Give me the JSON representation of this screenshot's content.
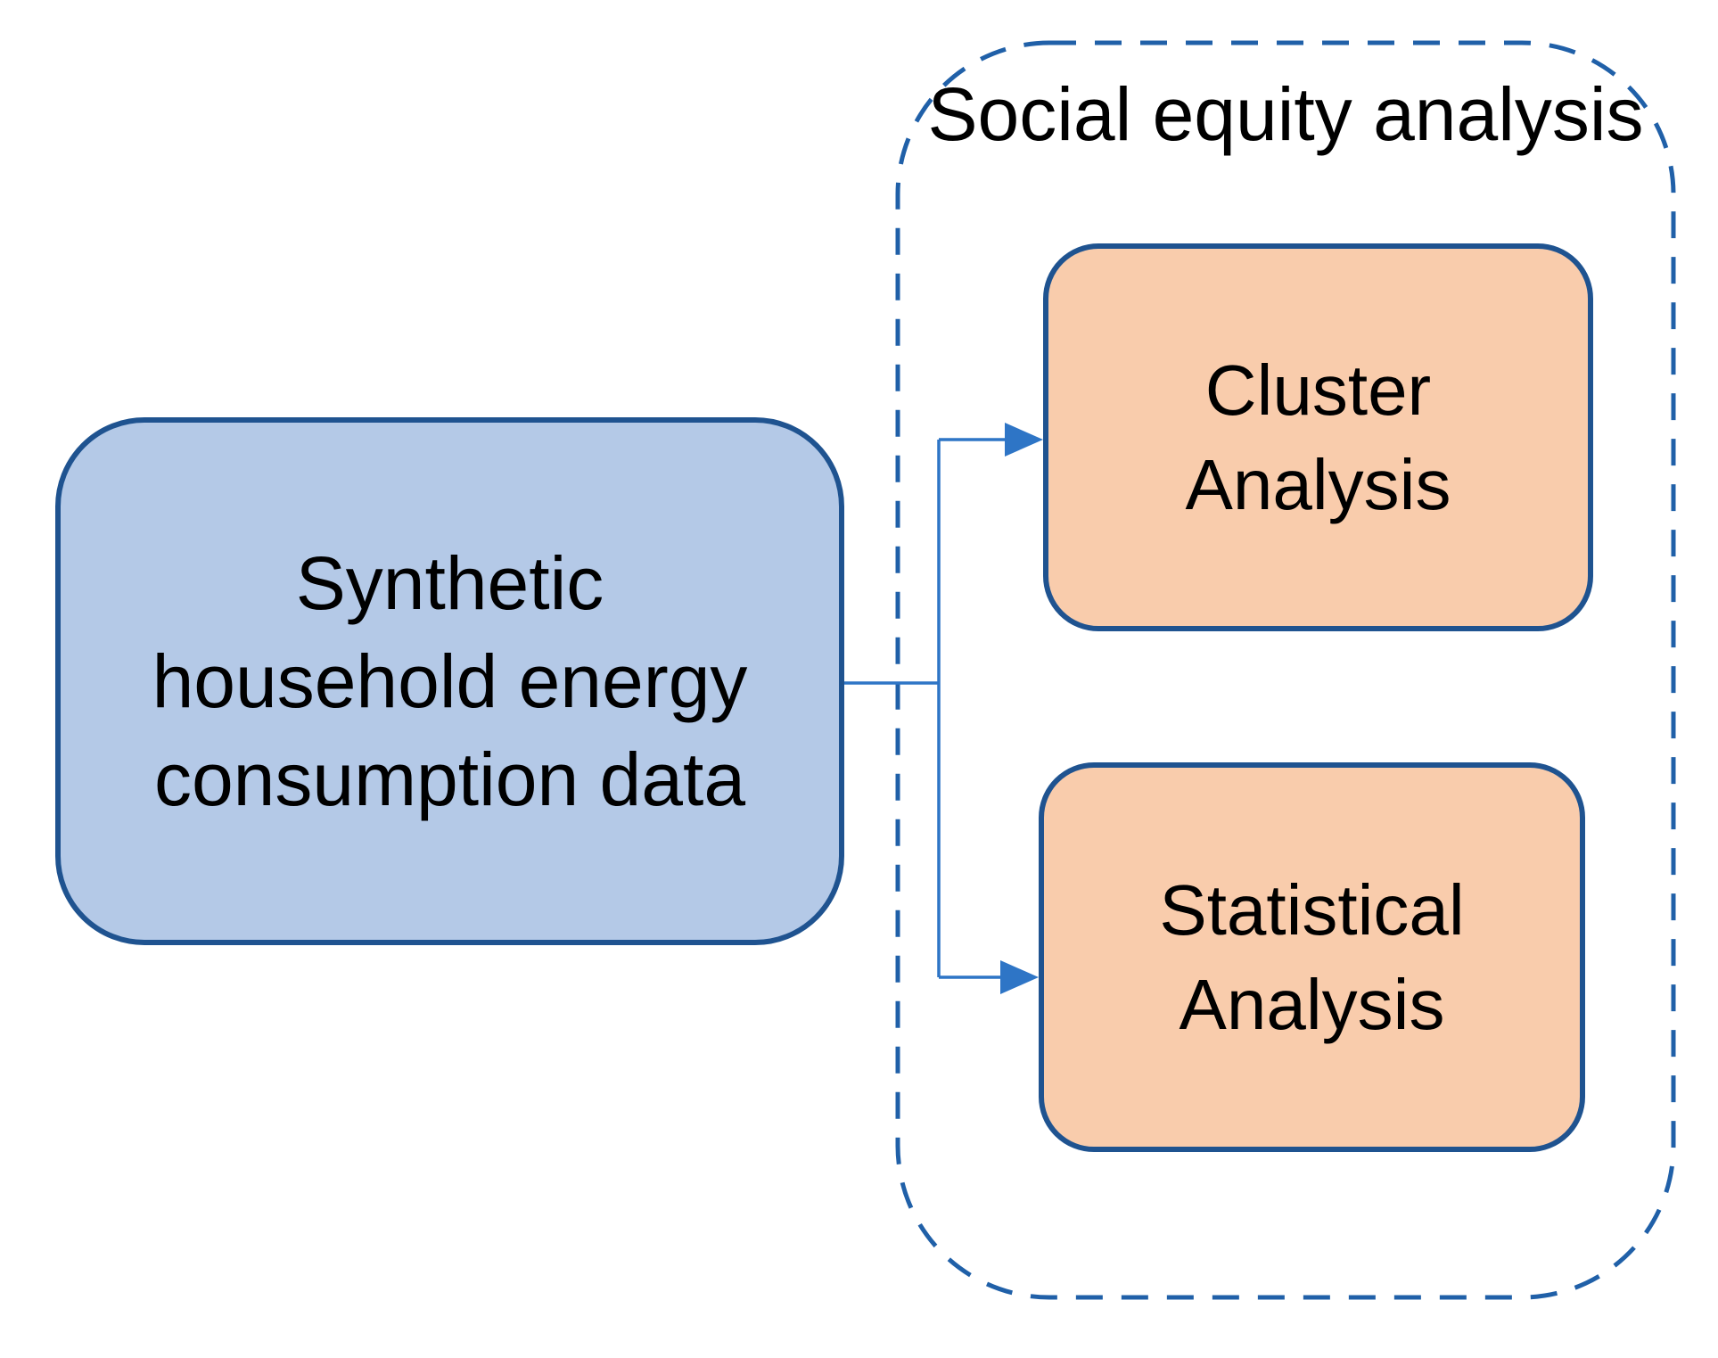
{
  "diagram": {
    "source_box": {
      "lines": [
        "Synthetic",
        "household energy",
        "consumption data"
      ]
    },
    "social_equity_group": {
      "title": "Social equity analysis"
    },
    "cluster_box": {
      "lines": [
        "Cluster",
        "Analysis"
      ]
    },
    "statistical_box": {
      "lines": [
        "Statistical",
        "Analysis"
      ]
    }
  },
  "colors": {
    "source_fill": "#B4C9E7",
    "analysis_fill": "#F9CCAC",
    "box_border": "#1F5390",
    "dashed_border": "#2060A8",
    "connector": "#2E75C6",
    "text": "#000000",
    "background": "#FFFFFF"
  }
}
